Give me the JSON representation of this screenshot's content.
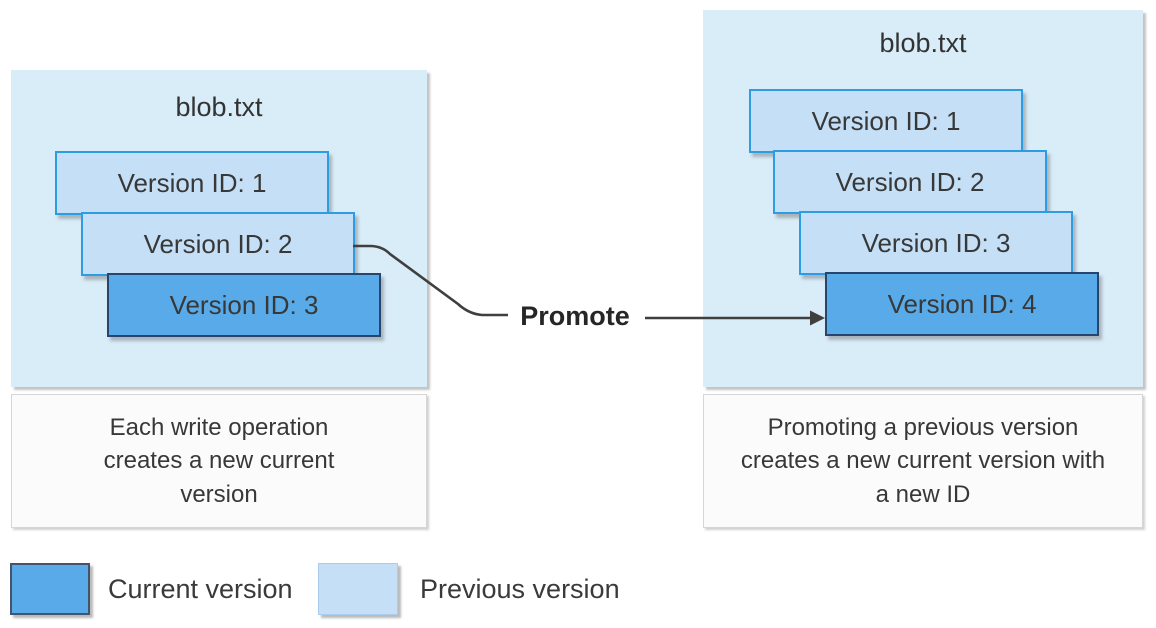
{
  "colors": {
    "panel_fill": "#d9edf9",
    "previous_fill": "#c5e0f6",
    "previous_border": "#2e9ce1",
    "current_fill": "#58abe8",
    "current_border": "#28456e",
    "caption_fill": "#fbfbfb",
    "caption_border": "#d6d6d6",
    "legend_current_border": "#44546a",
    "legend_previous_border": "#a9cdea",
    "arrow_color": "#3f3f3f",
    "text_color": "#383838"
  },
  "left_panel": {
    "title": "blob.txt",
    "versions": [
      {
        "label": "Version ID: 1",
        "state": "previous"
      },
      {
        "label": "Version ID: 2",
        "state": "previous"
      },
      {
        "label": "Version ID: 3",
        "state": "current"
      }
    ],
    "caption": "Each write operation creates a new current version"
  },
  "right_panel": {
    "title": "blob.txt",
    "versions": [
      {
        "label": "Version ID: 1",
        "state": "previous"
      },
      {
        "label": "Version ID: 2",
        "state": "previous"
      },
      {
        "label": "Version ID: 3",
        "state": "previous"
      },
      {
        "label": "Version ID: 4",
        "state": "current"
      }
    ],
    "caption": "Promoting a previous version creates a new current version with a new ID"
  },
  "connector": {
    "label": "Promote"
  },
  "legend": [
    {
      "label": "Current version",
      "state": "current"
    },
    {
      "label": "Previous version",
      "state": "previous"
    }
  ]
}
